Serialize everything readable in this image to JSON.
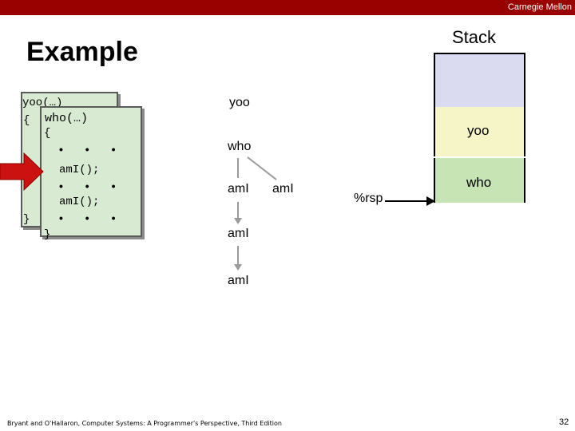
{
  "header": {
    "brand": "Carnegie Mellon"
  },
  "slide": {
    "title": "Example",
    "page_number": "32"
  },
  "code": {
    "yoo_header": "yoo(…)",
    "yoo_brace_open": "{",
    "yoo_brace_close": "}",
    "who_header": "who(…)",
    "who_brace_open": "{",
    "who_brace_close": "}",
    "dots": "• • •",
    "call1": "amI();",
    "call2": "amI();"
  },
  "call_graph": {
    "yoo": "yoo",
    "who": "who",
    "ami_left": "amI",
    "ami_right": "amI",
    "ami_2": "amI",
    "ami_3": "amI"
  },
  "stack": {
    "title": "Stack",
    "frame_yoo": "yoo",
    "frame_who": "who",
    "rsp_label": "%rsp"
  },
  "footer": {
    "citation": "Bryant and O'Hallaron, Computer Systems: A Programmer's Perspective, Third Edition"
  },
  "colors": {
    "header_bar": "#990000",
    "code_bg": "#d9ead3",
    "stack_top": "#dadaf0",
    "stack_yoo": "#f5f5c8",
    "stack_who": "#c6e4b4",
    "pointer": "#cc1111"
  }
}
